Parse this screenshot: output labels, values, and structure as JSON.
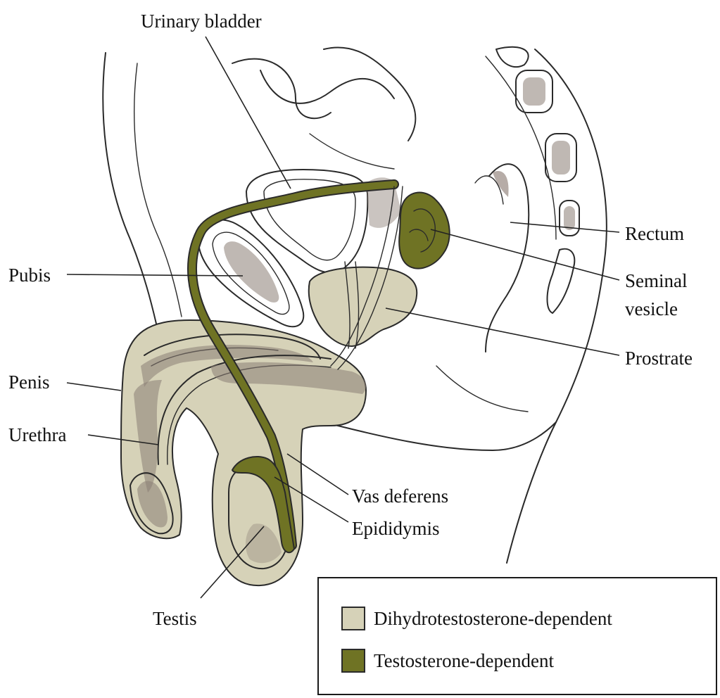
{
  "labels": {
    "urinary_bladder": "Urinary bladder",
    "rectum": "Rectum",
    "pubis": "Pubis",
    "seminal_line1": "Seminal",
    "seminal_line2": "vesicle",
    "prostrate": "Prostrate",
    "penis": "Penis",
    "urethra": "Urethra",
    "vas_deferens": "Vas deferens",
    "epididymis": "Epididymis",
    "testis": "Testis"
  },
  "legend": {
    "items": [
      {
        "label": "Dihydrotestosterone-dependent",
        "color": "#d6d2b8"
      },
      {
        "label": "Testosterone-dependent",
        "color": "#6f7324"
      }
    ]
  },
  "colors": {
    "dht_fill": "#d6d2b8",
    "testosterone_fill": "#6f7324",
    "ink": "#2a2a2a",
    "stipple": "#8a7d74"
  }
}
